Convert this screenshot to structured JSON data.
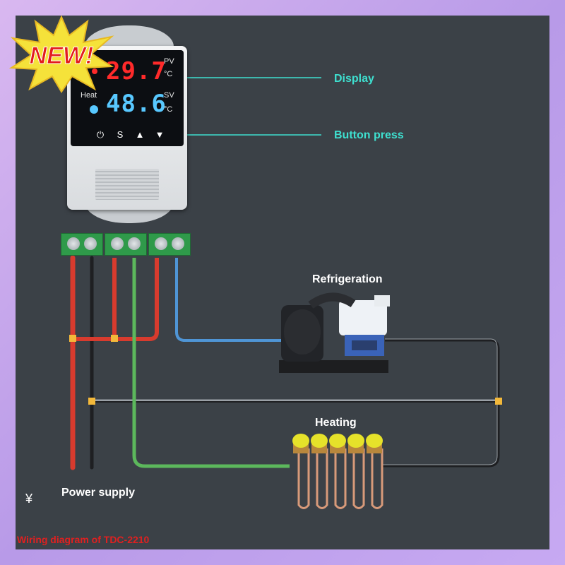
{
  "badge": {
    "text": "NEW!"
  },
  "controller": {
    "pv_value": "29.7",
    "sv_value": "48.6",
    "pv_tag": "PV",
    "sv_tag": "SV",
    "unit": "°C",
    "heat_label": "Heat",
    "buttons": {
      "power": "⏻",
      "set": "S",
      "up": "▲",
      "down": "▼"
    }
  },
  "callouts": {
    "display": "Display",
    "button_press": "Button press"
  },
  "labels": {
    "refrigeration": "Refrigeration",
    "heating": "Heating",
    "power_supply": "Power supply",
    "currency": "¥"
  },
  "caption": "Wiring diagram of TDC-2210",
  "colors": {
    "background": "#3b4147",
    "callout": "#3ee0d0",
    "wire_red": "#d83b2e",
    "wire_black": "#1e1f22",
    "wire_green": "#5cb85c",
    "wire_blue": "#4f95d6",
    "wire_gray": "#9aa0a6",
    "pv_digits": "#ff2a2a",
    "sv_digits": "#58c8ff"
  }
}
